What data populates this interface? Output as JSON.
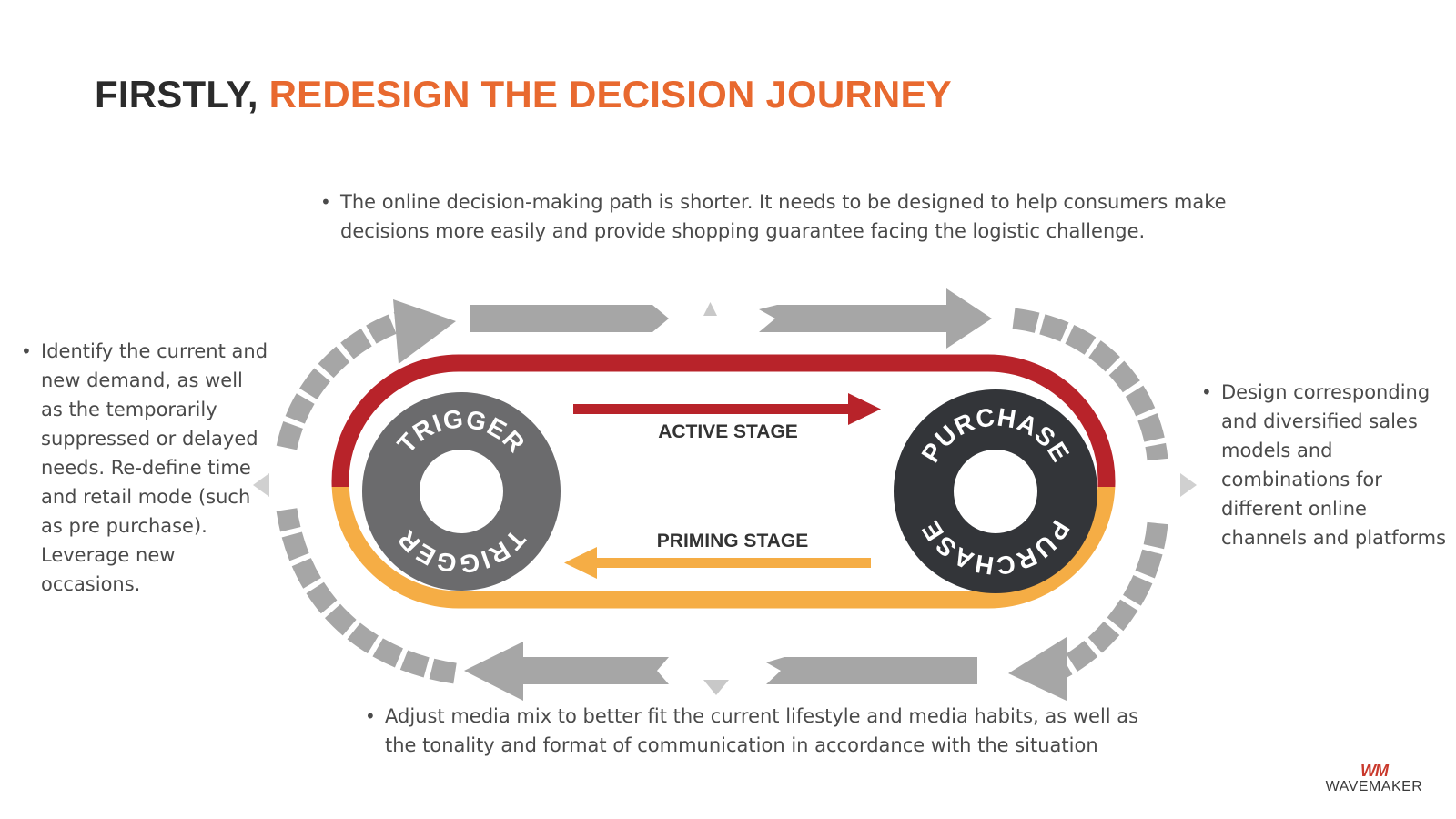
{
  "title": {
    "prefix": "FIRSTLY,",
    "highlight": "REDESIGN THE DECISION JOURNEY"
  },
  "bullets": {
    "top": "The online decision-making path is shorter. It needs to be designed to help consumers make decisions more easily and provide shopping guarantee facing the logistic challenge.",
    "left": "Identify the current and new demand, as well as the temporarily suppressed or delayed needs. Re-define time and retail mode (such as pre purchase). Leverage new occasions.",
    "right": "Design corresponding and diversified sales models and combinations for different online channels and platforms",
    "bottom": "Adjust media mix to better fit the current lifestyle and media habits, as well as the tonality and format of communication in accordance with the situation"
  },
  "diagram": {
    "trigger_label": "TRIGGER",
    "purchase_label": "PURCHASE",
    "active_stage": "ACTIVE STAGE",
    "priming_stage": "PRIMING STAGE"
  },
  "colors": {
    "accent_orange": "#e8692f",
    "active_red": "#b8232a",
    "priming_yellow": "#f5ad45",
    "trigger_gray": "#6b6b6d",
    "purchase_dark": "#333539",
    "arrow_gray": "#a6a6a6"
  },
  "logo": {
    "mark": "WM",
    "name": "WAVEMAKER"
  }
}
